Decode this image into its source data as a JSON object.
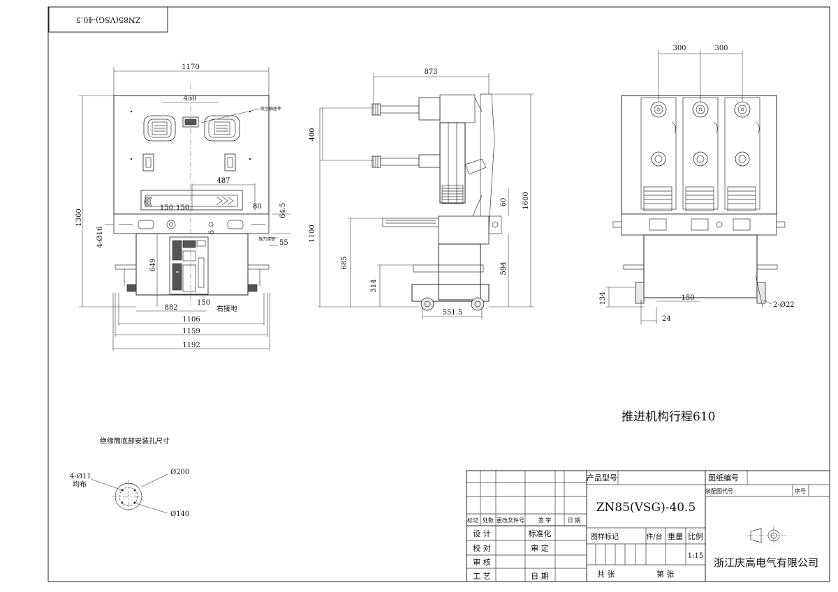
{
  "stamp": {
    "text": "ZN85(VSG)-40.5"
  },
  "front_view": {
    "dims": {
      "w1170": "1170",
      "w450": "450",
      "w487": "487",
      "w80": "80",
      "w150a": "150",
      "w150b": "150",
      "h64_5": "64.5",
      "h55": "55",
      "h1360": "1360",
      "h4_016": "4-Ø16",
      "h649": "649",
      "w6": "6",
      "w150c": "150",
      "w882": "882",
      "w1106": "1106",
      "w1159": "1159",
      "w1192": "1192"
    },
    "labels": {
      "aviation_plug": "航空插座件",
      "lock": "施刀连锁",
      "ground": "右接地"
    }
  },
  "side_view": {
    "dims": {
      "w873": "873",
      "h400": "400",
      "h1600": "1600",
      "h60": "60",
      "h1100": "1100",
      "h685": "685",
      "h594": "594",
      "h314": "314",
      "w551_5": "551.5"
    }
  },
  "rear_view": {
    "dims": {
      "w300a": "300",
      "w300b": "300",
      "h134": "134",
      "w150": "150",
      "w24": "24",
      "holes": "2-Ø22"
    }
  },
  "stroke_note": "推进机构行程610",
  "bottom_holes": {
    "title": "绝缘筒底部安装孔尺寸",
    "holes": "4-Ø11",
    "distribution": "均布",
    "d200": "Ø200",
    "d140": "Ø140"
  },
  "title_block": {
    "product_model_label": "产品型号",
    "drawing_no_label": "图纸编号",
    "assembly_no_label": "装配图代号",
    "seq_label": "序号",
    "model_value": "ZN85(VSG)-40.5",
    "rev_headers": [
      "标记",
      "处数",
      "更改文件号",
      "签 字",
      "日 期"
    ],
    "design": "设 计",
    "standardize": "标准化",
    "check": "校 对",
    "review": "审 定",
    "audit": "审 核",
    "process": "工 艺",
    "date": "日 期",
    "sample_mark": "图样标记",
    "pieces": "件/台",
    "weight": "重量",
    "scale_label": "比例",
    "scale_value": "1:15",
    "total": "共    张",
    "sheet": "第    张",
    "company": "浙江庆高电气有限公司"
  }
}
